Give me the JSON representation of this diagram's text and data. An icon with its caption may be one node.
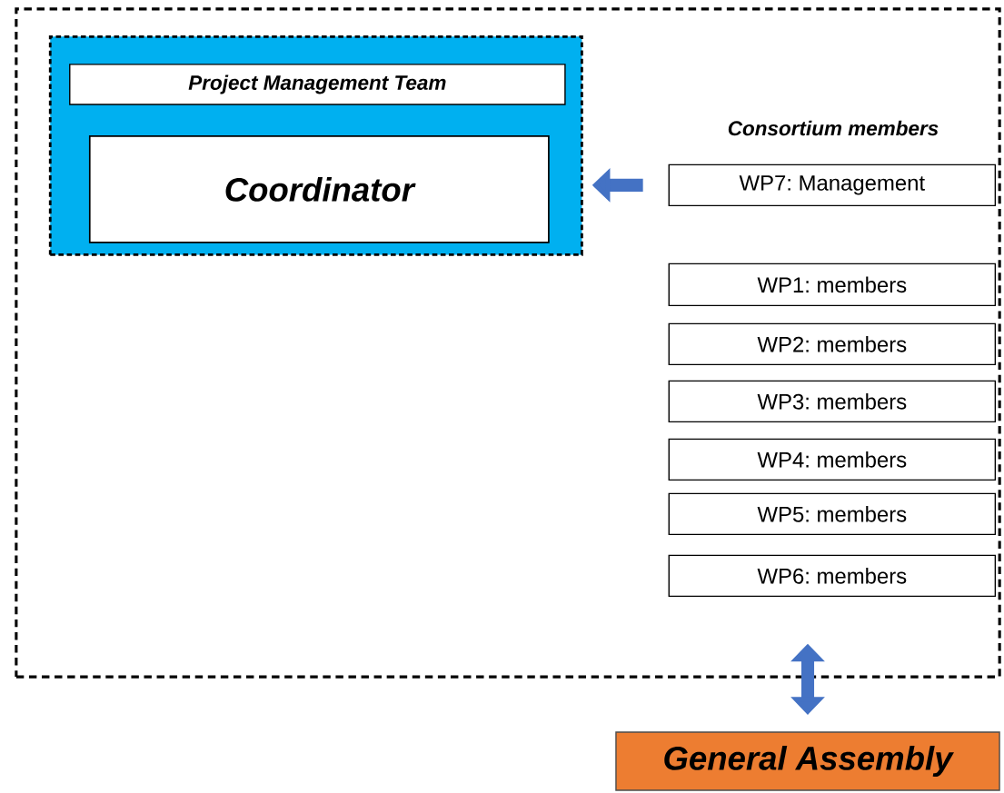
{
  "diagram": {
    "nodes": [
      {
        "text": [],
        "shape": "box"
      },
      {
        "text": [
          "Project Management Team"
        ],
        "in": 0
      },
      {
        "text": [
          "Coordinator"
        ],
        "in": 1
      },
      {
        "text": [
          "WP7: Management"
        ],
        "in": 0
      },
      {
        "text": [
          "WP1: members"
        ],
        "in": 0
      },
      {
        "text": [
          "WP2: members"
        ],
        "in": 0
      },
      {
        "text": [
          "WP3: members"
        ],
        "in": 0
      },
      {
        "text": [
          "WP4: members"
        ],
        "in": 0
      },
      {
        "text": [
          "WP5: members"
        ],
        "in": 0
      },
      {
        "text": [
          "WP6: members"
        ],
        "in": 0
      },
      {
        "text": [
          "General Assembly"
        ]
      }
    ],
    "edges": [
      {
        "from": 3,
        "to": 1,
        "arrow": "to"
      },
      {
        "from": 0,
        "to": 10,
        "arrow": "both"
      }
    ],
    "labels": [
      "Consortium members"
    ]
  }
}
